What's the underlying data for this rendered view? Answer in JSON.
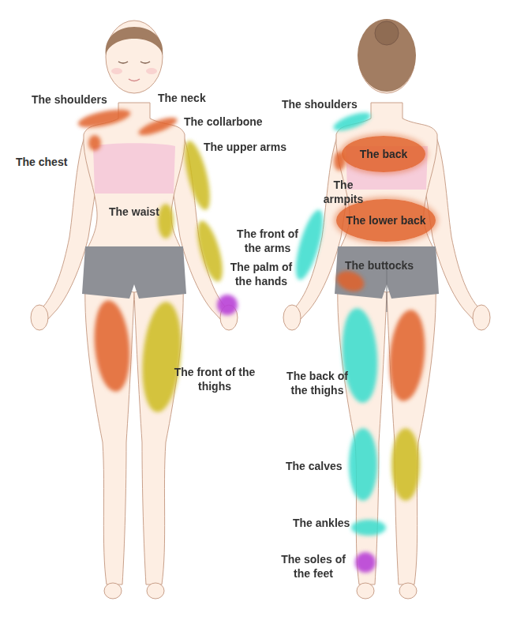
{
  "diagram": {
    "nodes": [
      {
        "text": [
          "The back"
        ]
      },
      {
        "text": [
          "The lower back"
        ]
      }
    ],
    "labels": [
      "The shoulders",
      "The neck",
      "The collarbone",
      "The chest",
      "The upper arms",
      "The waist",
      "The palm of the hands",
      "The front of the thighs",
      "The shoulders",
      "The armpits",
      "The front of the arms",
      "The buttocks",
      "The back of the thighs",
      "The calves",
      "The ankles",
      "The soles of the feet"
    ]
  }
}
